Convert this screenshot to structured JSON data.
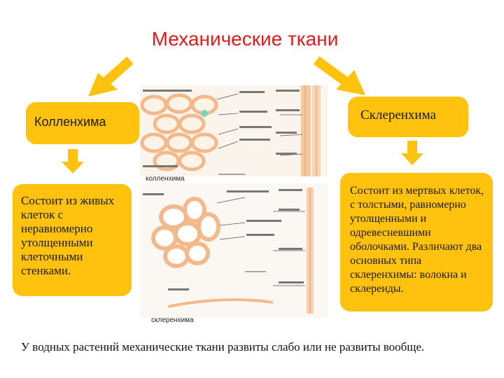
{
  "title": "Механические ткани",
  "left": {
    "heading": "Колленхима",
    "description": "Состоит из живых клеток с неравномерно утолщенными клеточными стенками."
  },
  "right": {
    "heading": "Склеренхима",
    "description": "Состоит из мертвых клеток, с толстыми, равномерно утолщенными и одревесневшими оболочками. Различают два основных типа склеренхимы: волокна и склереиды."
  },
  "figures": {
    "collenchyma_caption": "колленхима",
    "sclerenchyma_caption": "склеренхима"
  },
  "footer": "У водных растений механические ткани развиты слабо или не развиты вообще.",
  "colors": {
    "title": "#e11a1a",
    "box": "#ffc20e",
    "arrow": "#ffc20e",
    "cell_wall": "#f3b98a",
    "cell_interior": "#fdf3e8"
  }
}
